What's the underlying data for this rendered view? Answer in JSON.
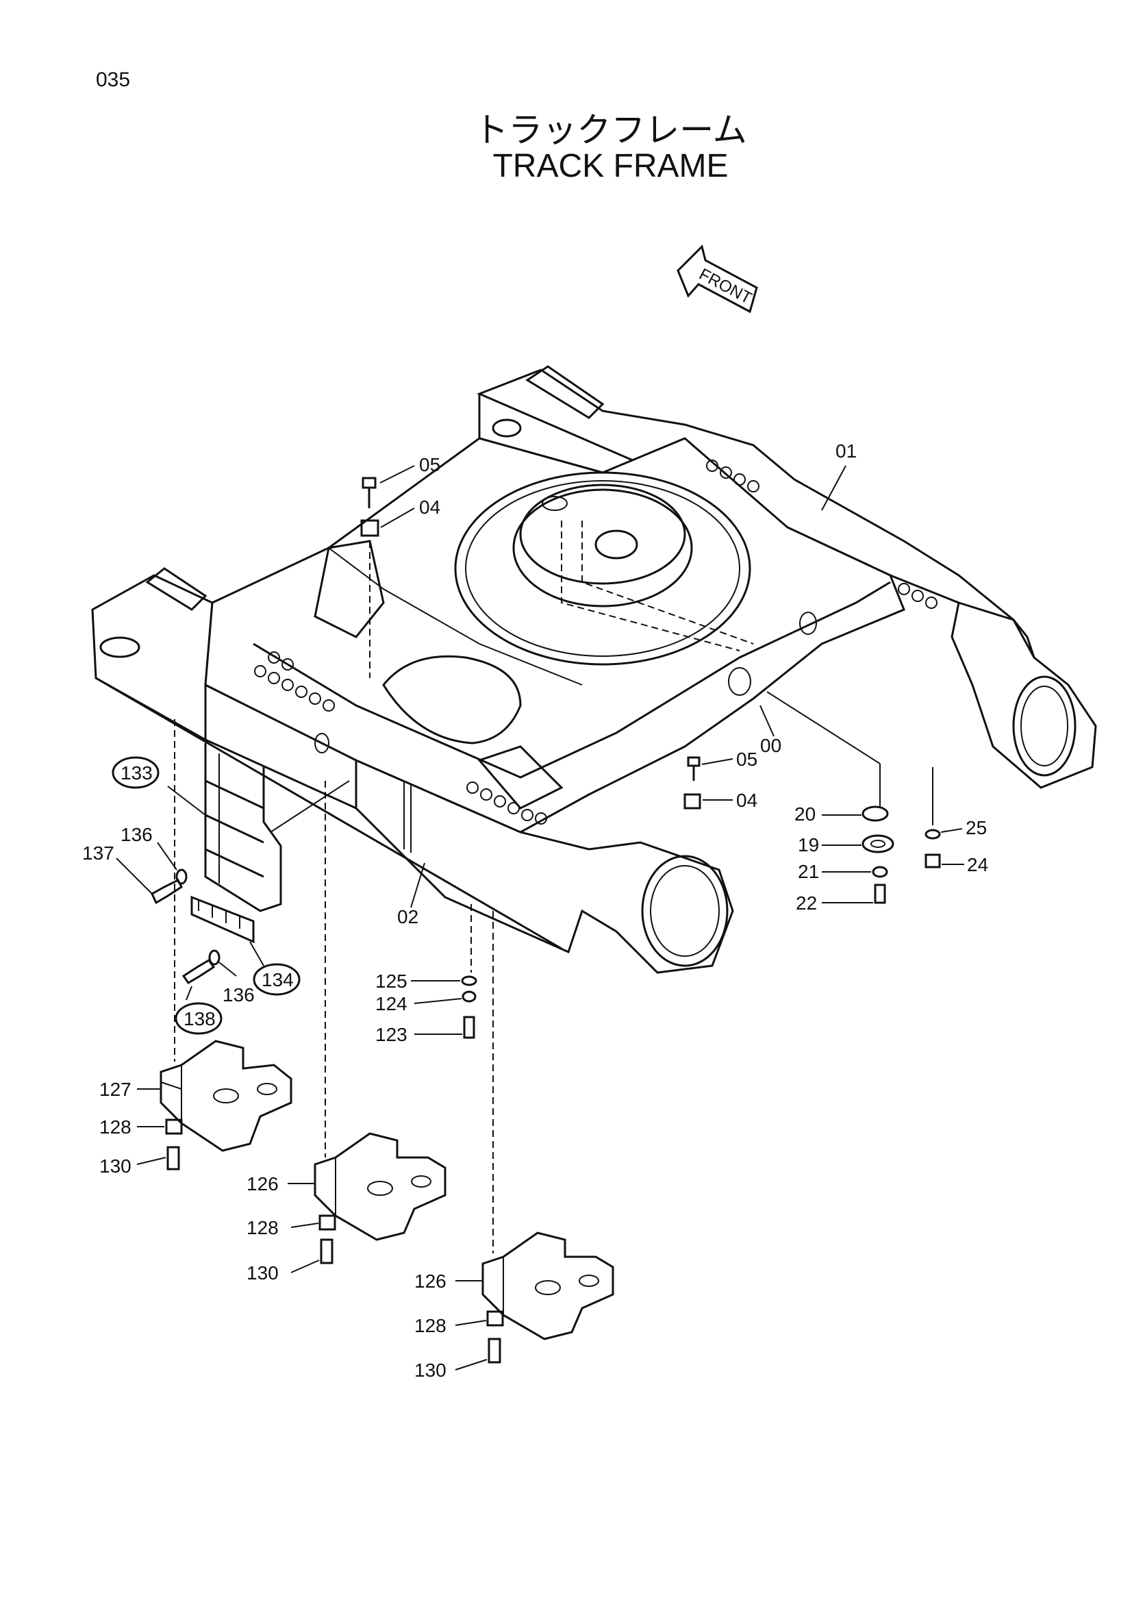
{
  "page_number": "035",
  "title_japanese": "トラックフレーム",
  "title_english": "TRACK FRAME",
  "front_label": "FRONT",
  "callouts": {
    "c00": "00",
    "c01": "01",
    "c02": "02",
    "c04a": "04",
    "c05a": "05",
    "c04b": "04",
    "c05b": "05",
    "c19": "19",
    "c20": "20",
    "c21": "21",
    "c22": "22",
    "c24": "24",
    "c25": "25",
    "c123": "123",
    "c124": "124",
    "c125": "125",
    "c126a": "126",
    "c126b": "126",
    "c127": "127",
    "c128a": "128",
    "c128b": "128",
    "c128c": "128",
    "c130a": "130",
    "c130b": "130",
    "c130c": "130",
    "c133": "133",
    "c134": "134",
    "c136a": "136",
    "c136b": "136",
    "c137": "137",
    "c138": "138"
  }
}
